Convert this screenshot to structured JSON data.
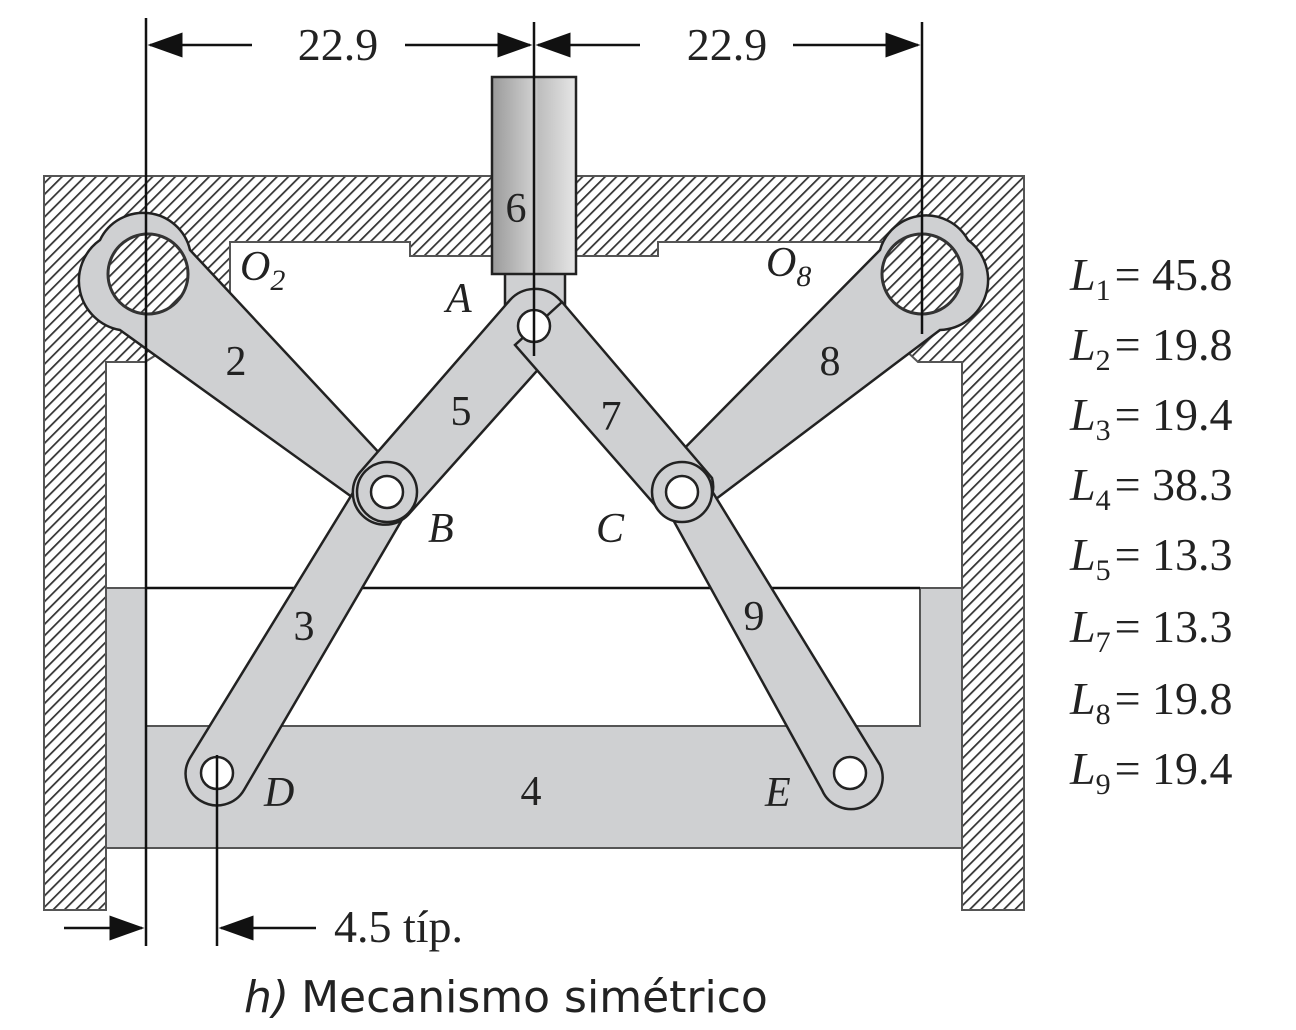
{
  "figure": {
    "caption_prefix": "h)",
    "caption": "Mecanismo simétrico",
    "colors": {
      "link": "#cfd0d2",
      "outline": "#222222",
      "hatch": "#333333",
      "background": "#ffffff"
    }
  },
  "dimensions": {
    "left_span": "22.9",
    "right_span": "22.9",
    "offset": "4.5 típ."
  },
  "links": {
    "l2": "2",
    "l3": "3",
    "l4": "4",
    "l5": "5",
    "l6": "6",
    "l7": "7",
    "l8": "8",
    "l9": "9"
  },
  "points": {
    "o2": "O",
    "o2_sub": "2",
    "o8": "O",
    "o8_sub": "8",
    "a": "A",
    "b": "B",
    "c": "C",
    "d": "D",
    "e": "E"
  },
  "legend": [
    {
      "sym": "L",
      "sub": "1",
      "value": "= 45.8"
    },
    {
      "sym": "L",
      "sub": "2",
      "value": "= 19.8"
    },
    {
      "sym": "L",
      "sub": "3",
      "value": "= 19.4"
    },
    {
      "sym": "L",
      "sub": "4",
      "value": "= 38.3"
    },
    {
      "sym": "L",
      "sub": "5",
      "value": "= 13.3"
    },
    {
      "sym": "L",
      "sub": "7",
      "value": "= 13.3"
    },
    {
      "sym": "L",
      "sub": "8",
      "value": "= 19.8"
    },
    {
      "sym": "L",
      "sub": "9",
      "value": "= 19.4"
    }
  ]
}
